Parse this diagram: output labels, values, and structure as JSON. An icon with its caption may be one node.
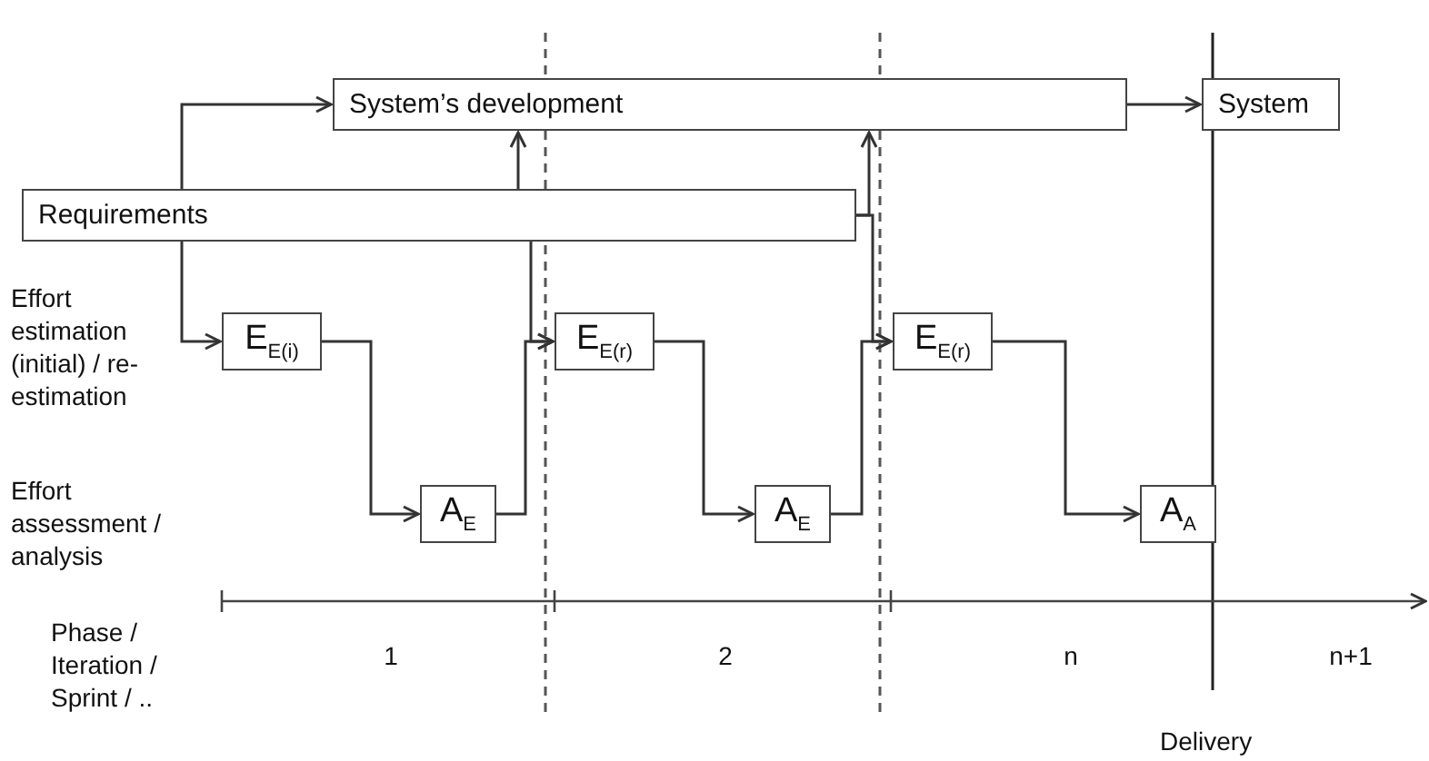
{
  "diagram": {
    "nodes": [
      {
        "text": [
          "System’s development"
        ]
      },
      {
        "text": [
          "System"
        ]
      },
      {
        "text": [
          "Requirements"
        ]
      },
      {
        "text": [
          "E$_{E(i)}$"
        ]
      },
      {
        "text": [
          "A$_{E}$"
        ]
      },
      {
        "text": [
          "E$_{E(r)}$"
        ]
      },
      {
        "text": [
          "A$_{E}$"
        ]
      },
      {
        "text": [
          "E$_{E(r)}$"
        ]
      },
      {
        "text": [
          "A$_{A}$"
        ]
      }
    ],
    "edges": [
      {
        "from": 2,
        "to": 0,
        "arrow": "to"
      },
      {
        "from": 2,
        "to": 0,
        "arrow": "to"
      },
      {
        "from": 2,
        "to": 0,
        "arrow": "to"
      },
      {
        "from": 2,
        "to": 3,
        "arrow": "to"
      },
      {
        "from": 2,
        "to": 5,
        "arrow": "to"
      },
      {
        "from": 2,
        "to": 7,
        "arrow": "to"
      },
      {
        "from": 3,
        "to": 4,
        "arrow": "to"
      },
      {
        "from": 4,
        "to": 5,
        "arrow": "to"
      },
      {
        "from": 5,
        "to": 6,
        "arrow": "to"
      },
      {
        "from": 6,
        "to": 7,
        "arrow": "to"
      },
      {
        "from": 7,
        "to": 8,
        "arrow": "to"
      },
      {
        "from": 0,
        "to": 1,
        "arrow": "to"
      }
    ],
    "labels": [
      "Effort estimation (initial) / re-estimation",
      "Effort assessment / analysis",
      "Phase / Iteration / Sprint / ..",
      "1",
      "2",
      "n",
      "n+1",
      "Delivery"
    ]
  }
}
